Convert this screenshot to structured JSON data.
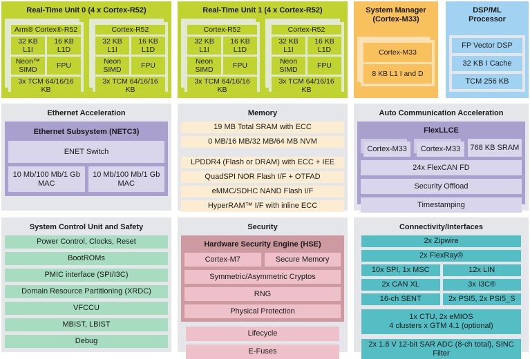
{
  "panels": {
    "rtu0": {
      "title": "Real-Time Unit 0 (4 x Cortex-R52)",
      "cores": [
        {
          "name": "Arm® Cortex®-R52",
          "l1i": "32 KB L1I",
          "l1d": "16 KB L1D",
          "simd": "Neon™ SIMD",
          "fpu": "FPU",
          "tcm": "3x TCM 64/16/16 KB"
        },
        {
          "name": "Cortex-R52",
          "l1i": "32 KB L1I",
          "l1d": "16 KB L1D",
          "simd": "Neon SIMD",
          "fpu": "FPU",
          "tcm": "3x TCM 64/16/16 KB"
        }
      ]
    },
    "rtu1": {
      "title": "Real-Time Unit 1 (4 x Cortex-R52)",
      "cores": [
        {
          "name": "Cortex-R52",
          "l1i": "32 KB L1I",
          "l1d": "16 KB L1D",
          "simd": "Neon SIMD",
          "fpu": "FPU",
          "tcm": "3x TCM 64/16/16 KB"
        },
        {
          "name": "Cortex-R52",
          "l1i": "32 KB L1I",
          "l1d": "16 KB L1D",
          "simd": "Neon SIMD",
          "fpu": "FPU",
          "tcm": "3x TCM 64/16/16 KB"
        }
      ]
    },
    "system_manager": {
      "title_line1": "System Manager",
      "title_line2": "(Cortex-M33)",
      "core": "Cortex-M33",
      "cache": "8 KB L1 I and D"
    },
    "dsp_ml": {
      "title_line1": "DSP/ML",
      "title_line2": "Processor",
      "items": [
        "FP Vector DSP",
        "32 KB I Cache",
        "TCM 256 KB"
      ]
    },
    "ethernet": {
      "title": "Ethernet Acceleration",
      "subsystem_title": "Ethernet Subsystem (NETC3)",
      "switch": "ENET Switch",
      "mac_left": "10 Mb/100 Mb/1 Gb MAC",
      "mac_right": "10 Mb/100 Mb/1 Gb MAC"
    },
    "memory": {
      "title": "Memory",
      "group_a": [
        "19 MB Total SRAM with ECC",
        "0 MB/16 MB/32 MB/64 MB NVM"
      ],
      "group_b": [
        "LPDDR4 (Flash or DRAM) with ECC + IEE",
        "QuadSPI NOR Flash I/F + OTFAD",
        "eMMC/SDHC NAND Flash I/F",
        "HyperRAM™ I/F with inline ECC"
      ]
    },
    "auto_comm": {
      "title": "Auto Communication Acceleration",
      "subsystem_title": "FlexLLCE",
      "cores": [
        "Cortex-M33",
        "Cortex-M33"
      ],
      "sram": "768 KB SRAM",
      "items": [
        "24x FlexCAN FD",
        "Security Offload",
        "Timestamping"
      ]
    },
    "system_control": {
      "title": "System Control Unit and Safety",
      "items": [
        "Power Control, Clocks, Reset",
        "BootROMs",
        "PMIC interface (SPI/I3C)",
        "Domain Resource Partitioning (XRDC)",
        "VFCCU",
        "MBIST, LBIST",
        "Debug"
      ]
    },
    "security": {
      "title": "Security",
      "hse_title": "Hardware Security Engine (HSE)",
      "hse_core": "Cortex-M7",
      "hse_memory": "Secure Memory",
      "hse_items": [
        "Symmetric/Asymmetric Cryptos",
        "RNG",
        "Physical Protection"
      ],
      "outer_items": [
        "Lifecycle",
        "E-Fuses"
      ]
    },
    "connectivity": {
      "title": "Connectivity/Interfaces",
      "full_top": [
        "2x Zipwire",
        "2x FlexRay®"
      ],
      "pairs": [
        {
          "left": "10x SPI, 1x MSC",
          "right": "12x LIN"
        },
        {
          "left": "2x CAN XL",
          "right": "3x I3C®"
        },
        {
          "left": "16-ch SENT",
          "right": "2x PSI5, 2x PSI5_S"
        }
      ],
      "ctu_line1": "1x CTU, 2x eMIOS",
      "ctu_line2": "4 clusters x GTM 4.1 (optional)",
      "adc": "2x 1.8 V 12-bit SAR ADC (8-ch total), SINC Filter"
    }
  },
  "colors": {
    "rtu_green": "#c0d330",
    "rtu_card": "#e1ead0",
    "system_manager_orange": "#f8c15e",
    "system_manager_card": "#fbe0b4",
    "dsp_blue": "#a2d2f2",
    "panel_grey": "#e4e6e9",
    "ethernet_purple": "#a9a0cd",
    "ethernet_light": "#d9d5ea",
    "memory_cream": "#fcecd2",
    "scu_green": "#a8dcc0",
    "security_rose": "#ce9aa2",
    "security_pink": "#edc0ca",
    "connectivity_teal": "#54bec4"
  }
}
